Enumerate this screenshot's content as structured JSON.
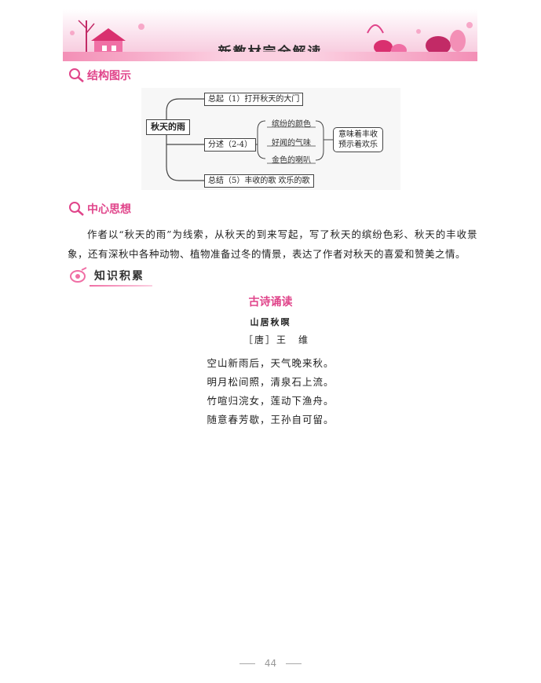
{
  "header": {
    "title": "新教材完全解读"
  },
  "sections": {
    "structure": {
      "heading": "结构图示"
    },
    "central_idea": {
      "heading": "中心思想",
      "text": "作者以“秋天的雨”为线索，从秋天的到来写起，写了秋天的缤纷色彩、秋天的丰收景象，还有深秋中各种动物、植物准备过冬的情景，表达了作者对秋天的喜爱和赞美之情。"
    },
    "knowledge": {
      "heading": "知识积累"
    }
  },
  "mindmap": {
    "root": "秋天的雨",
    "intro": "总起（1）打开秋天的大门",
    "body": "分述（2-4）",
    "details": [
      "缤纷的颜色",
      "好闻的气味",
      "金色的喇叭"
    ],
    "group_lines": [
      "意味着丰收",
      "预示着欢乐"
    ],
    "conclusion": "总结（5）丰收的歌 欢乐的歌"
  },
  "poem": {
    "section_title": "古诗诵读",
    "title": "山居秋暝",
    "author": "［唐］王　维",
    "lines": [
      "空山新雨后，天气晚来秋。",
      "明月松间照，清泉石上流。",
      "竹喧归浣女，莲动下渔舟。",
      "随意春芳歇，王孙自可留。"
    ]
  },
  "footer": {
    "page_number": "44"
  },
  "colors": {
    "accent": "#e0448a",
    "banner": "#f6c2d8"
  }
}
